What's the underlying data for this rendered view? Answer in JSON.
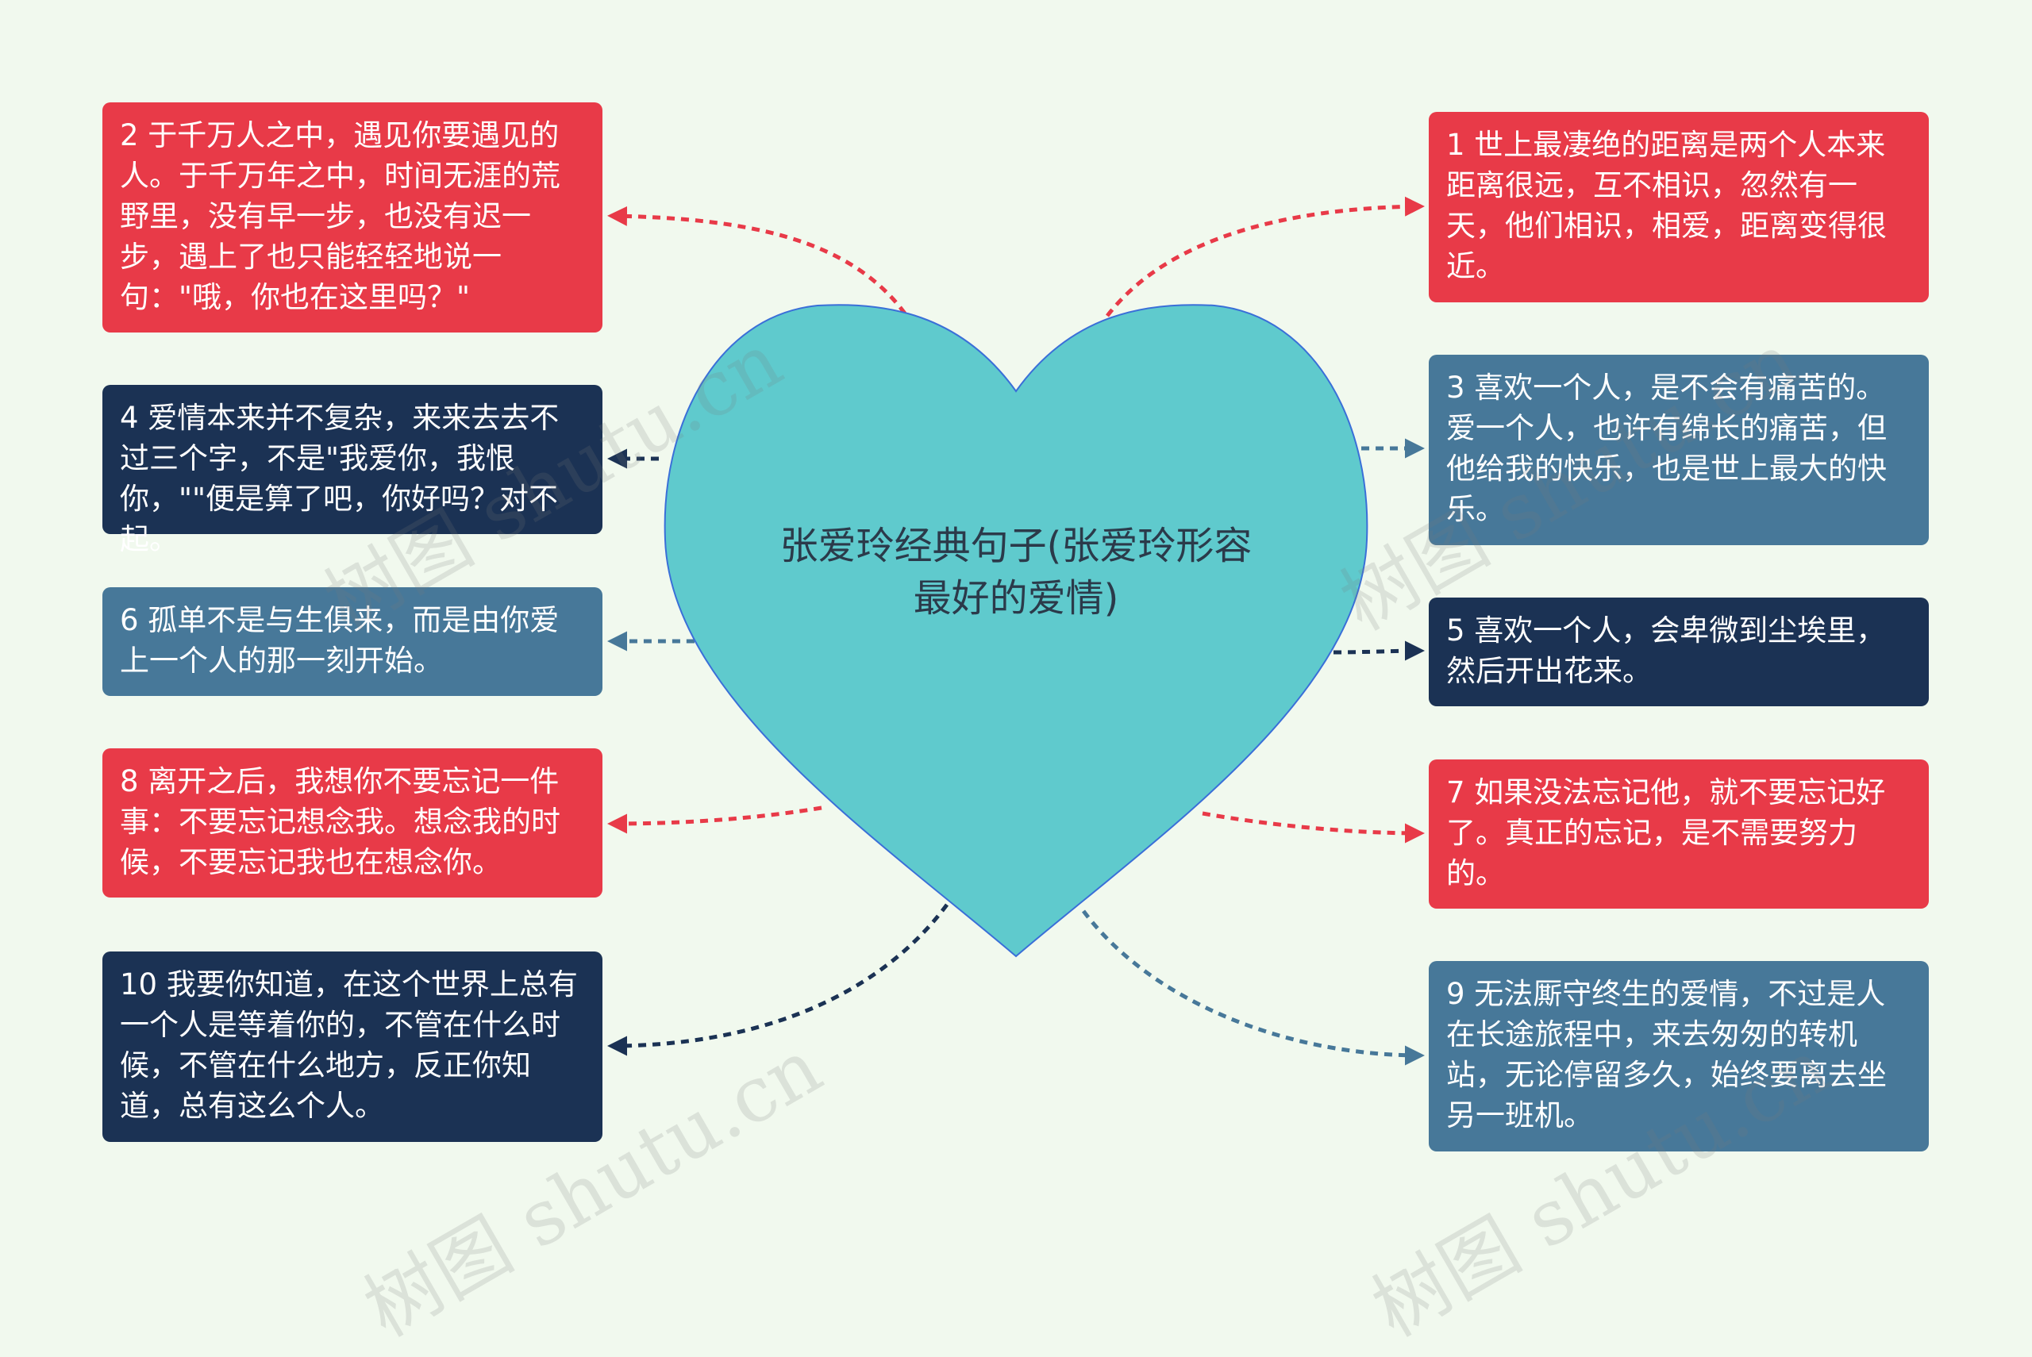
{
  "center": {
    "title": "张爱玲经典句子(张爱玲形容最好的爱情)"
  },
  "watermark": "树图 shutu.cn",
  "colors": {
    "background": "#f1f9ee",
    "heart_fill": "#5fcacd",
    "heart_stroke": "#3a6fd8",
    "red": "#e83a48",
    "navy": "#1b3254",
    "steel": "#477899"
  },
  "nodes": [
    {
      "id": "n1",
      "text": "1 世上最凄绝的距离是两个人本来距离很远，互不相识，忽然有一天，他们相识，相爱，距离变得很近。"
    },
    {
      "id": "n2",
      "text": "2 于千万人之中，遇见你要遇见的人。于千万年之中，时间无涯的荒野里，没有早一步，也没有迟一步，遇上了也只能轻轻地说一句：\"哦，你也在这里吗？\""
    },
    {
      "id": "n3",
      "text": "3 喜欢一个人，是不会有痛苦的。爱一个人，也许有绵长的痛苦，但他给我的快乐，也是世上最大的快乐。"
    },
    {
      "id": "n4",
      "text": "4 爱情本来并不复杂，来来去去不过三个字，不是\"我爱你，我恨你，\"\"便是算了吧，你好吗？对不起。"
    },
    {
      "id": "n5",
      "text": "5 喜欢一个人，会卑微到尘埃里，然后开出花来。"
    },
    {
      "id": "n6",
      "text": "6 孤单不是与生俱来，而是由你爱上一个人的那一刻开始。"
    },
    {
      "id": "n7",
      "text": "7 如果没法忘记他，就不要忘记好了。真正的忘记，是不需要努力的。"
    },
    {
      "id": "n8",
      "text": "8 离开之后，我想你不要忘记一件事：不要忘记想念我。想念我的时候，不要忘记我也在想念你。"
    },
    {
      "id": "n9",
      "text": "9 无法厮守终生的爱情，不过是人在长途旅程中，来去匆匆的转机站，无论停留多久，始终要离去坐另一班机。"
    },
    {
      "id": "n10",
      "text": "10 我要你知道，在这个世界上总有一个人是等着你的，不管在什么时候，不管在什么地方，反正你知道，总有这么个人。"
    }
  ]
}
